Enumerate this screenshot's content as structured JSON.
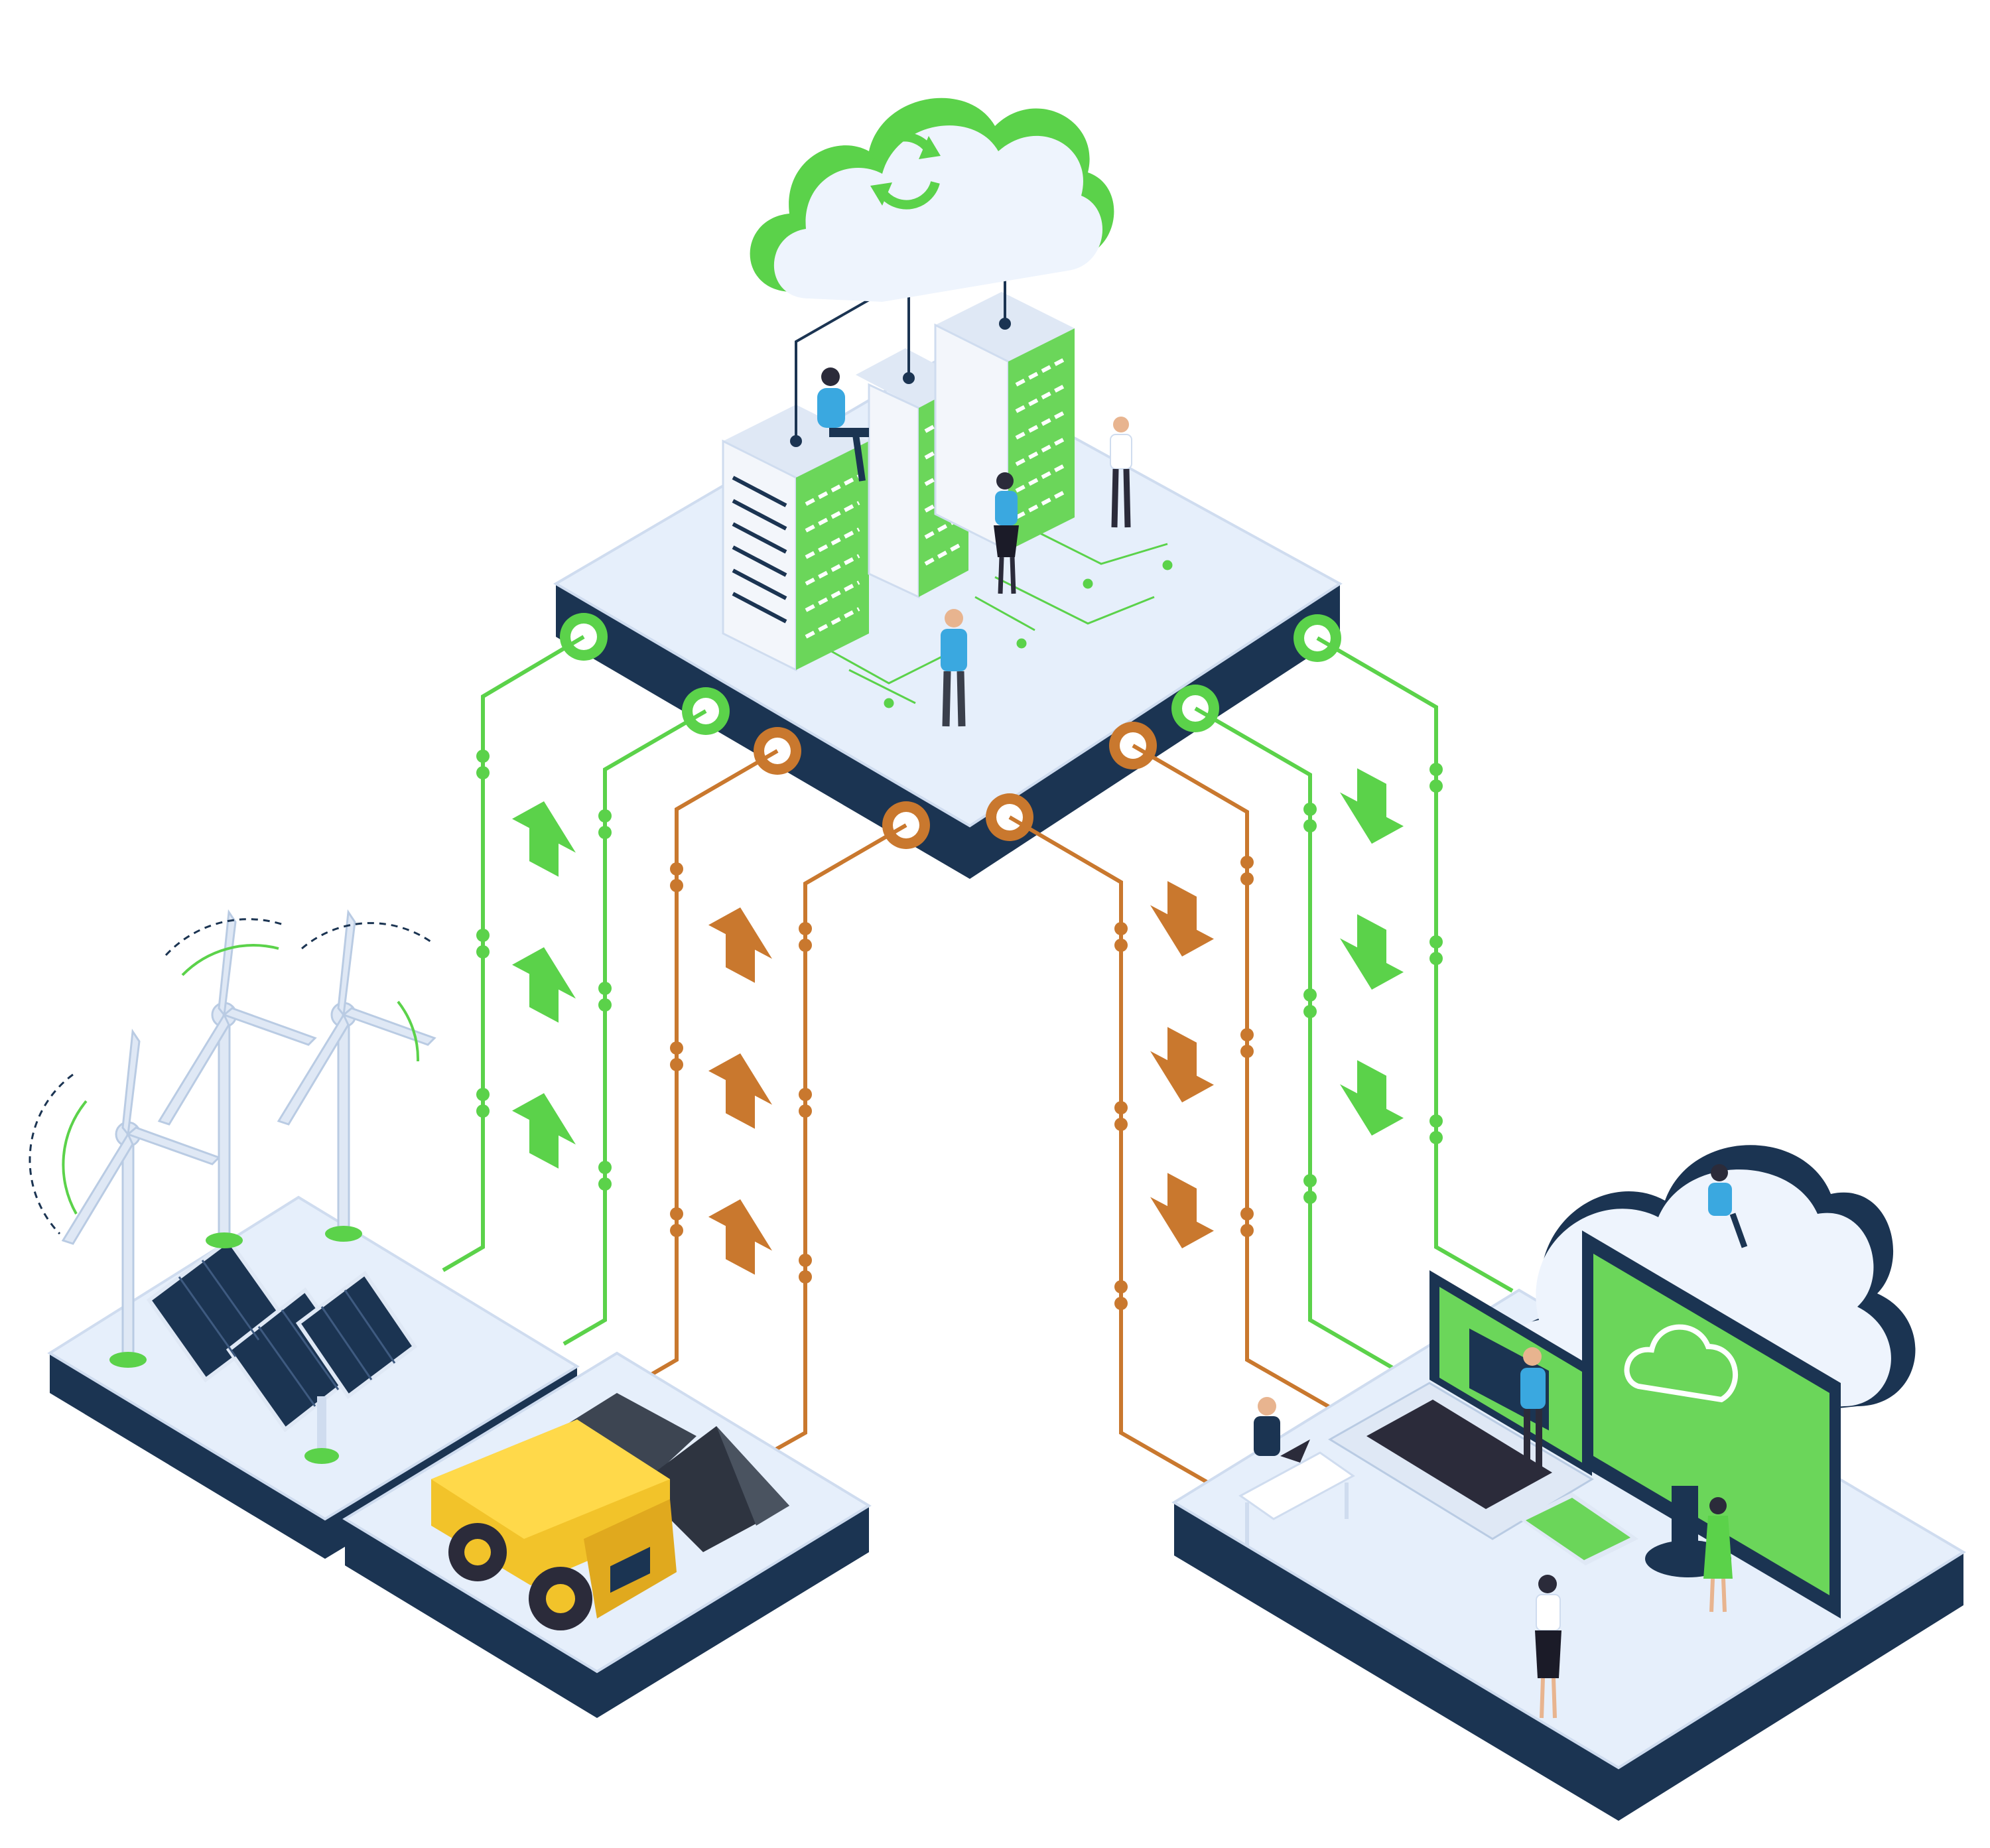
{
  "diagram": {
    "nodes": [
      {
        "id": "data-center",
        "icon": "server-rack-icon",
        "role": "hub"
      },
      {
        "id": "renewable-energy",
        "icon": "wind-turbine-icon",
        "role": "source"
      },
      {
        "id": "mining",
        "icon": "dump-truck-icon",
        "role": "source"
      },
      {
        "id": "cloud-office",
        "icon": "cloud-sync-icon",
        "role": "consumer"
      }
    ],
    "flows": [
      {
        "from": "renewable-energy",
        "to": "data-center",
        "color_role": "green",
        "direction": "up"
      },
      {
        "from": "mining",
        "to": "data-center",
        "color_role": "orange",
        "direction": "up"
      },
      {
        "from": "data-center",
        "to": "cloud-office",
        "color_role": "orange",
        "direction": "down"
      },
      {
        "from": "data-center",
        "to": "cloud-office",
        "color_role": "green",
        "direction": "down"
      }
    ]
  },
  "colors": {
    "green": "#5bd24a",
    "green_dark": "#2fa83a",
    "orange": "#c9782e",
    "navy": "#1b3452",
    "platform_top": "#e6effb",
    "cloud_fill": "#eef4fd",
    "screen_green": "#6bd65a",
    "truck_yellow": "#f2c32a",
    "coal": "#3d4552"
  },
  "icons": [
    "cloud-sync-icon",
    "server-rack-icon",
    "wind-turbine-icon",
    "solar-panel-icon",
    "dump-truck-icon",
    "coal-pile-icon",
    "laptop-icon",
    "monitor-icon",
    "smartphone-icon",
    "arrow-up-icon",
    "arrow-down-icon"
  ]
}
